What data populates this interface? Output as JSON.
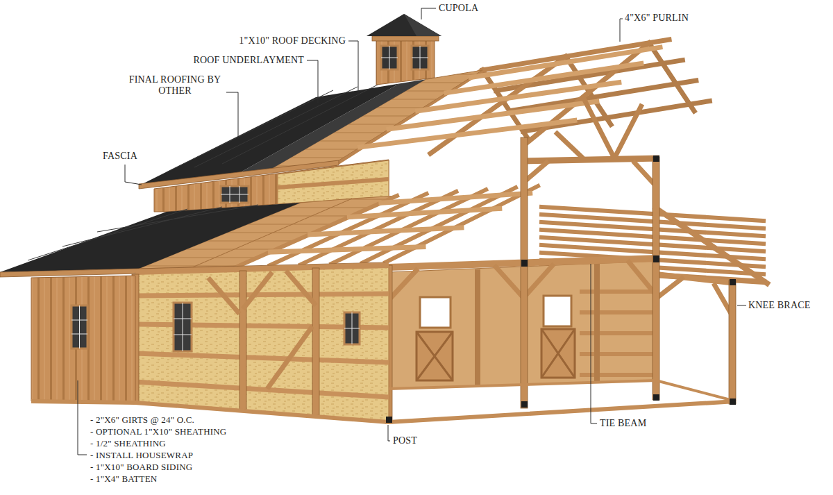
{
  "diagram": {
    "labels": [
      "CUPOLA",
      "4\"X6\" PURLIN",
      "1\"X10\" ROOF DECKING",
      "ROOF UNDERLAYMENT",
      "FINAL ROOFING BY OTHER",
      "FASCIA",
      "KNEE BRACE",
      "TIE BEAM",
      "POST",
      "- 2\"X6\" GIRTS @ 24\" O.C.",
      "- OPTIONAL 1\"X10\" SHEATHING",
      "- 1/2\" SHEATHING",
      "- INSTALL HOUSEWRAP",
      "- 1\"X10\" BOARD SIDING",
      "- 1\"X4\" BATTEN"
    ]
  }
}
